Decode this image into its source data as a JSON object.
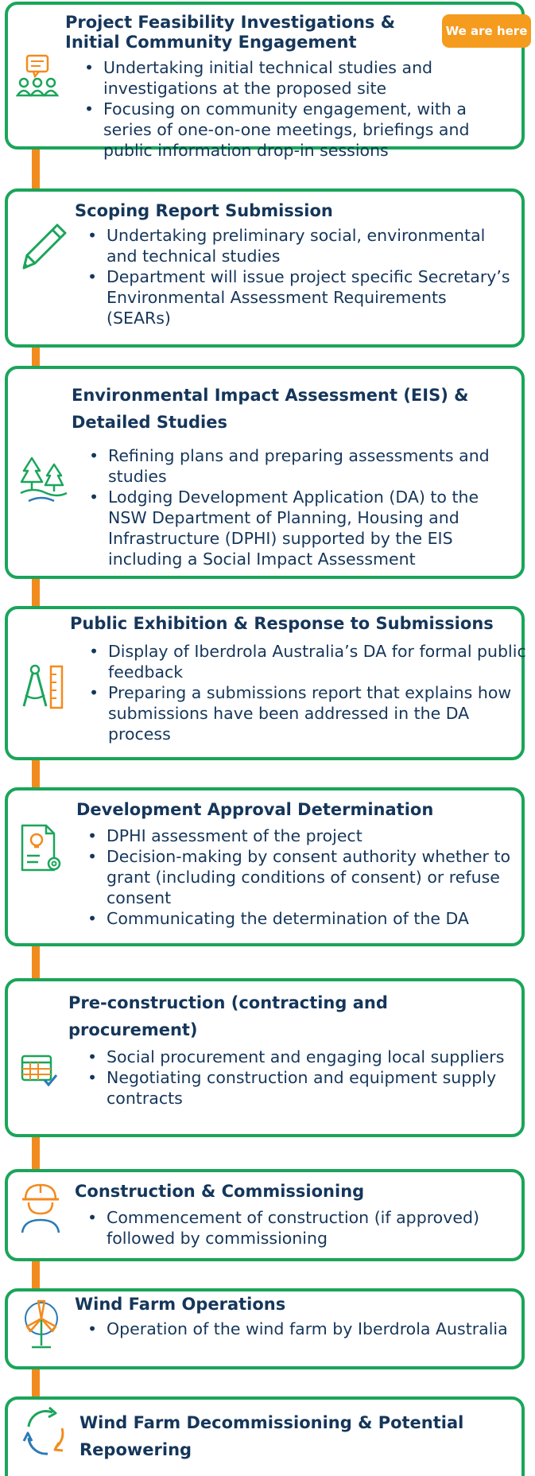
{
  "badge": "We are here",
  "colors": {
    "border": "#1aa55a",
    "accent": "#f28b1e",
    "text": "#15365a"
  },
  "stages": [
    {
      "title": "Project Feasibility Investigations & Initial Community Engagement",
      "icon": "community-chat-icon",
      "bullets": [
        "Undertaking initial technical studies and investigations at the proposed site",
        "Focusing on community engagement, with a series of one-on-one meetings, briefings and public information drop-in sessions"
      ]
    },
    {
      "title": "Scoping Report Submission",
      "icon": "pencil-icon",
      "bullets": [
        "Undertaking preliminary social, environmental and technical studies",
        "Department will issue project specific Secretary’s Environmental Assessment Requirements (SEARs)"
      ]
    },
    {
      "title": "Environmental Impact Assessment (EIS) & Detailed Studies",
      "icon": "trees-icon",
      "bullets": [
        "Refining plans and preparing assessments and studies",
        "Lodging Development Application (DA) to the NSW Department of Planning, Housing and Infrastructure (DPHI) supported by the EIS including a Social Impact Assessment"
      ]
    },
    {
      "title": "Public Exhibition & Response to Submissions",
      "icon": "drafting-compass-icon",
      "bullets": [
        "Display of Iberdrola Australia’s DA for formal public feedback",
        "Preparing a submissions report that explains how submissions have been addressed in the DA process"
      ]
    },
    {
      "title": "Development Approval Determination",
      "icon": "document-lightbulb-gear-icon",
      "bullets": [
        "DPHI assessment of the project",
        "Decision-making by consent authority whether to grant (including conditions of consent) or refuse consent",
        "Communicating the determination of the DA"
      ]
    },
    {
      "title": "Pre-construction (contracting and procurement)",
      "icon": "calendar-check-icon",
      "bullets": [
        "Social procurement and engaging local suppliers",
        "Negotiating construction and equipment supply contracts"
      ]
    },
    {
      "title": "Construction & Commissioning",
      "icon": "construction-worker-icon",
      "bullets": [
        "Commencement of construction (if approved) followed by commissioning"
      ]
    },
    {
      "title": "Wind Farm Operations",
      "icon": "wind-turbine-icon",
      "bullets": [
        "Operation of the wind farm by Iberdrola Australia"
      ]
    },
    {
      "title": "Wind Farm Decommissioning & Potential Repowering",
      "icon": "recycle-arrows-icon",
      "bullets": []
    }
  ]
}
